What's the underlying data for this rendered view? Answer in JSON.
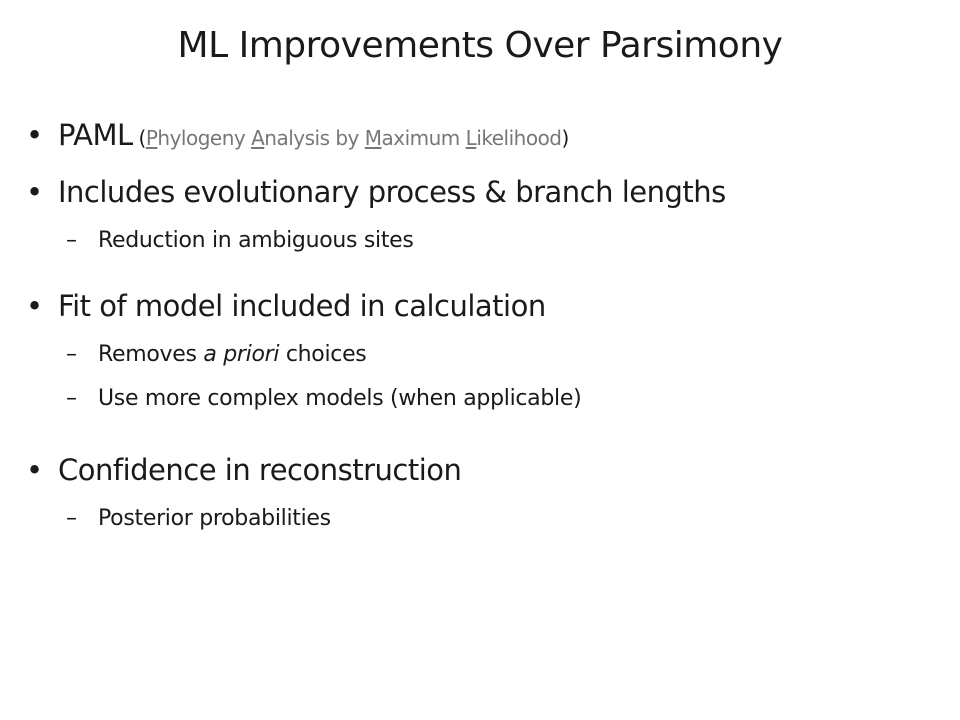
{
  "slide": {
    "title": "ML Improvements Over Parsimony",
    "bullet_glyph": "•",
    "dash_glyph": "–",
    "paml": {
      "label": "PAML",
      "open_paren": " (",
      "acronym_parts": [
        {
          "initial": "P",
          "rest": "hylogeny "
        },
        {
          "initial": "A",
          "rest": "nalysis by "
        },
        {
          "initial": "M",
          "rest": "aximum "
        },
        {
          "initial": "L",
          "rest": "ikelihood"
        }
      ],
      "close_paren": ")"
    },
    "bullet2": "Includes evolutionary process & branch lengths",
    "bullet2_sub1": "Reduction in ambiguous sites",
    "bullet3": "Fit of model included in calculation",
    "bullet3_sub1": {
      "before": "Removes ",
      "italic": "a priori",
      "after": " choices"
    },
    "bullet3_sub2": "Use more complex models (when applicable)",
    "bullet4": "Confidence in reconstruction",
    "bullet4_sub1": "Posterior probabilities"
  }
}
